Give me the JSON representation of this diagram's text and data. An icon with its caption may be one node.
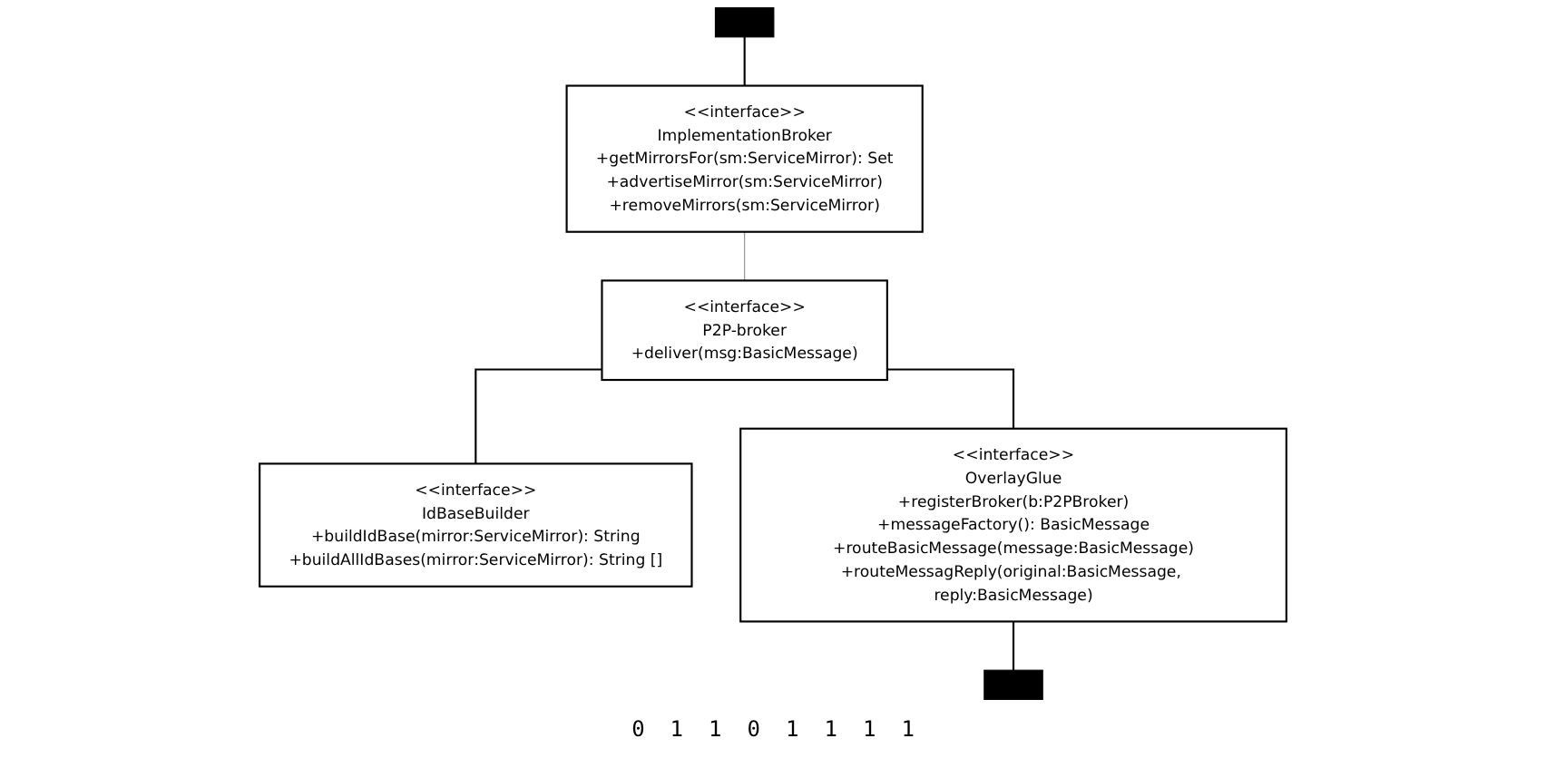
{
  "diagram": {
    "nodes": [
      {
        "text": [],
        "shape": "box"
      },
      {
        "text": [
          "<<interface>>",
          "ImplementationBroker",
          "+getMirrorsFor(sm:ServiceMirror): Set",
          "+advertiseMirror(sm:ServiceMirror)",
          "+removeMirrors(sm:ServiceMirror)"
        ]
      },
      {
        "text": [
          "<<interface>>",
          "IdBaseBuilder",
          "+buildIdBase(mirror:ServiceMirror): String",
          "+buildAllIdBases(mirror:ServiceMirror): String []"
        ]
      },
      {
        "text": [
          "<<interface>>",
          "P2P-broker",
          "+deliver(msg:BasicMessage)"
        ]
      },
      {
        "text": [
          "<<interface>>",
          "OverlayGlue",
          "+registerBroker(b:P2PBroker)",
          "+messageFactory(): BasicMessage",
          "+routeBasicMessage(message:BasicMessage)",
          "+routeMessagReply(original:BasicMessage, reply:BasicMessage)"
        ]
      },
      {
        "text": [],
        "shape": "box"
      }
    ],
    "edges": [
      {
        "from": 0,
        "to": 1,
        "arrow": "none"
      },
      {
        "from": 1,
        "to": 3,
        "arrow": "none",
        "color": "#888888"
      },
      {
        "from": 3,
        "to": 2,
        "arrow": "none"
      },
      {
        "from": 3,
        "to": 4,
        "arrow": "none"
      },
      {
        "from": 4,
        "to": 5,
        "arrow": "none"
      }
    ],
    "labels": [
      "0",
      "1",
      "1",
      "0",
      "1",
      "1",
      "1",
      "1"
    ]
  }
}
